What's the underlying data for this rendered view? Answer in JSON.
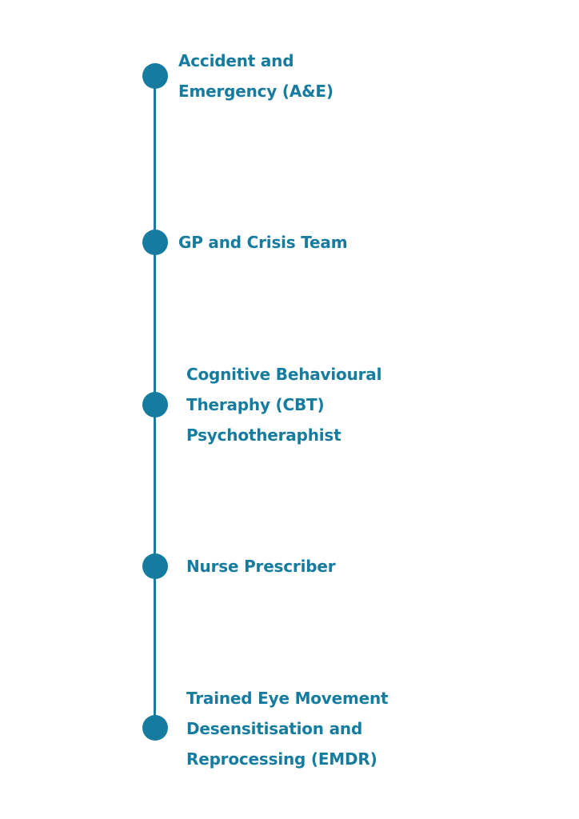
{
  "colors": {
    "accent": "#167c9f",
    "background": "#ffffff"
  },
  "steps": [
    {
      "lines": [
        "Accident and",
        "Emergency (A&E)"
      ]
    },
    {
      "lines": [
        "GP and Crisis Team"
      ]
    },
    {
      "lines": [
        "Cognitive Behavioural",
        "Theraphy (CBT)",
        "Psychotheraphist"
      ]
    },
    {
      "lines": [
        "Nurse Prescriber"
      ]
    },
    {
      "lines": [
        "Trained Eye Movement",
        "Desensitisation and",
        "Reprocessing (EMDR)"
      ]
    }
  ]
}
